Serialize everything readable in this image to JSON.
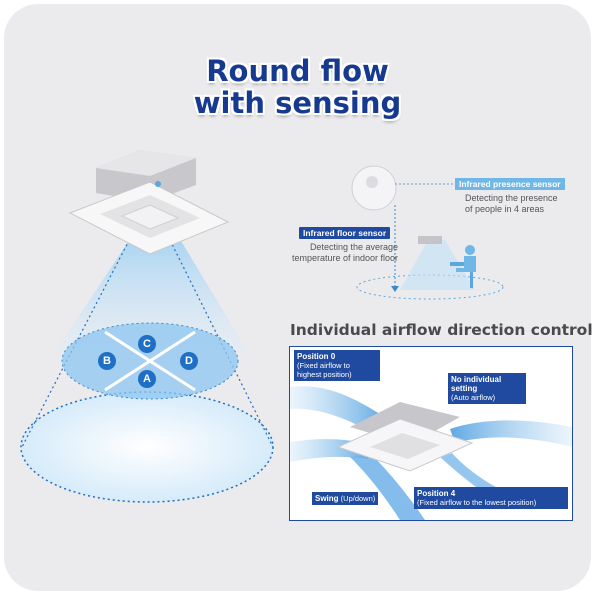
{
  "title": {
    "line1": "Round flow",
    "line2": "with sensing"
  },
  "zones": [
    "C",
    "B",
    "D",
    "A"
  ],
  "sensors": {
    "presence": {
      "label": "Infrared presence sensor",
      "description_line1": "Detecting the presence",
      "description_line2": "of people in 4 areas"
    },
    "floor": {
      "label": "Infrared floor sensor",
      "description_line1": "Detecting the average",
      "description_line2": "temperature of indoor floor"
    }
  },
  "airflow": {
    "title": "Individual airflow direction control",
    "position0": {
      "label": "Position 0",
      "detail_line1": "(Fixed airflow to",
      "detail_line2": "highest position)"
    },
    "no_setting": {
      "label_line1": "No individual",
      "label_line2": "setting",
      "detail": "(Auto airflow)"
    },
    "swing": {
      "label": "Swing",
      "detail": "(Up/down)"
    },
    "position4": {
      "label": "Position 4",
      "detail": "(Fixed airflow to the lowest position)"
    }
  },
  "colors": {
    "brand_blue": "#163a8f",
    "tag_blue": "#1f4aa0",
    "light_blue": "#6fb7e6",
    "zone_blue": "#1f6fc4",
    "background": "#ebebee"
  }
}
